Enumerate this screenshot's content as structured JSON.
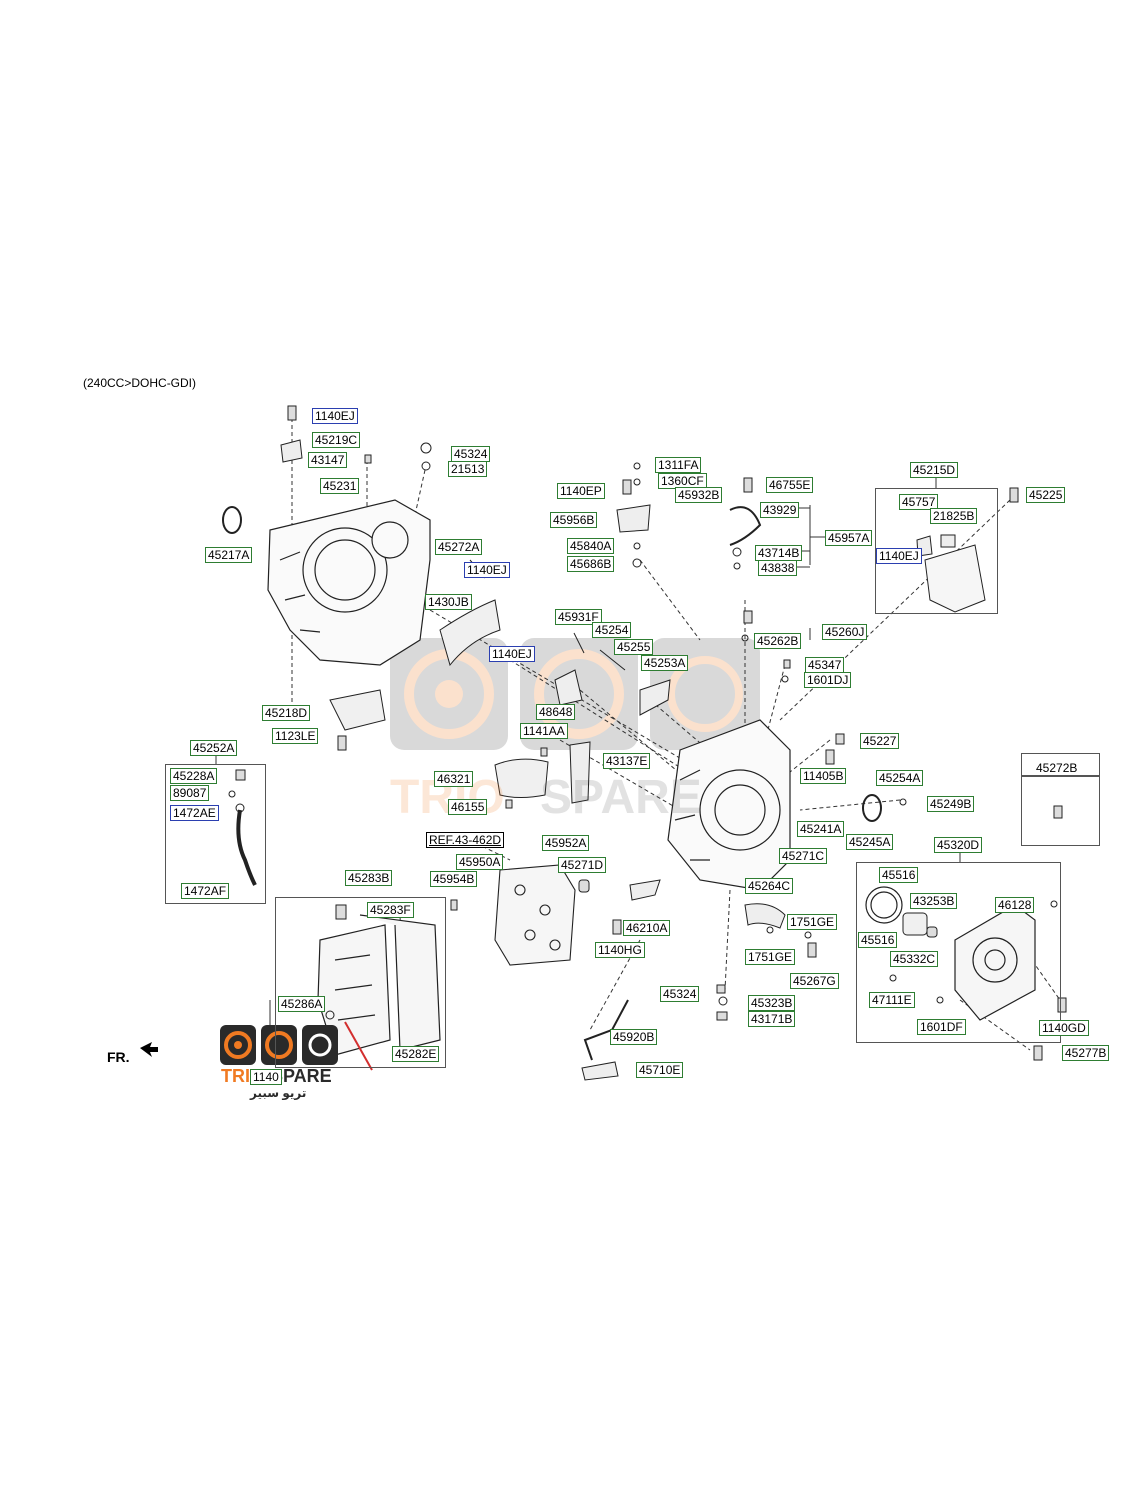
{
  "caption": "(240CC>DOHC-GDI)",
  "fr_label": "FR.",
  "box_title_45272B": "45272B",
  "logo": {
    "brand_left": "TRIO",
    "brand_right": "SPARE",
    "arabic": "تريو سبير"
  },
  "watermark": {
    "brand_left": "TRIO",
    "brand_right": "SPARE"
  },
  "colors": {
    "label_border": "#2e7d32",
    "alt_label_border": "#2b3fb0",
    "logo_orange": "#f07a22",
    "logo_dark": "#2a2a2a"
  },
  "labels": {
    "l1": "1140EJ",
    "l2": "45219C",
    "l3": "43147",
    "l4": "45324",
    "l5": "21513",
    "l6": "45231",
    "l7": "45217A",
    "l8": "45272A",
    "l9": "1140EJ",
    "l10": "1430JB",
    "l11": "1140EJ",
    "l12": "45218D",
    "l13": "1123LE",
    "l14": "45252A",
    "l15": "45228A",
    "l16": "89087",
    "l17": "1472AE",
    "l18": "1472AF",
    "l19": "45283B",
    "l20": "45283F",
    "l21": "45286A",
    "l22": "45282E",
    "l23": "1311FA",
    "l24": "1360CF",
    "l25": "1140EP",
    "l26": "45932B",
    "l27": "45956B",
    "l28": "45840A",
    "l29": "45686B",
    "l30": "46755E",
    "l31": "43929",
    "l32": "45957A",
    "l33": "43714B",
    "l34": "43838",
    "l35": "45215D",
    "l36": "45757",
    "l37": "21825B",
    "l38": "1140EJ",
    "l39": "45225",
    "l40": "45931F",
    "l41": "45254",
    "l42": "45255",
    "l43": "45253A",
    "l44": "48648",
    "l45": "45262B",
    "l46": "45260J",
    "l47": "45347",
    "l48": "1601DJ",
    "l49": "1141AA",
    "l50": "43137E",
    "l51": "46321",
    "l52": "46155",
    "l53": "45227",
    "l54": "11405B",
    "l55": "45254A",
    "l56": "45249B",
    "l57": "45241A",
    "l58": "45245A",
    "l59": "REF.43-462D",
    "l60": "45952A",
    "l61": "45950A",
    "l62": "45954B",
    "l63": "45271D",
    "l64": "45271C",
    "l65": "45264C",
    "l66": "1751GE",
    "l67": "1751GE",
    "l68": "45267G",
    "l69": "46210A",
    "l70": "1140HG",
    "l71": "45324",
    "l72": "45323B",
    "l73": "43171B",
    "l74": "45920B",
    "l75": "45710E",
    "l76": "45320D",
    "l77": "45516",
    "l78": "43253B",
    "l79": "46128",
    "l80": "45516",
    "l81": "45332C",
    "l82": "47111E",
    "l83": "1601DF",
    "l84": "1140GD",
    "l85": "45277B",
    "l86": "1140"
  }
}
